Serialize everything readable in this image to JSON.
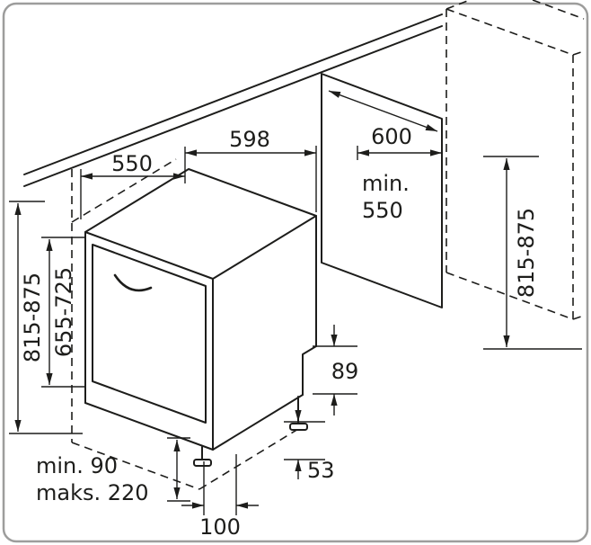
{
  "diagram": {
    "title": "built-in dishwasher installation dimensions",
    "units": "mm",
    "colors": {
      "line": "#1d1d1b",
      "border": "#9d9d9c",
      "background": "#ffffff"
    },
    "dims": {
      "d550": "550",
      "d598": "598",
      "d600": "600",
      "dmin550_prefix": "min.",
      "dmin550_value": "550",
      "d815_right": "815-875",
      "d815_left": "815-875",
      "d655_725": "655-725",
      "d89": "89",
      "d53": "53",
      "d100": "100",
      "dmin90": "min. 90",
      "dmaks220": "maks. 220"
    }
  }
}
